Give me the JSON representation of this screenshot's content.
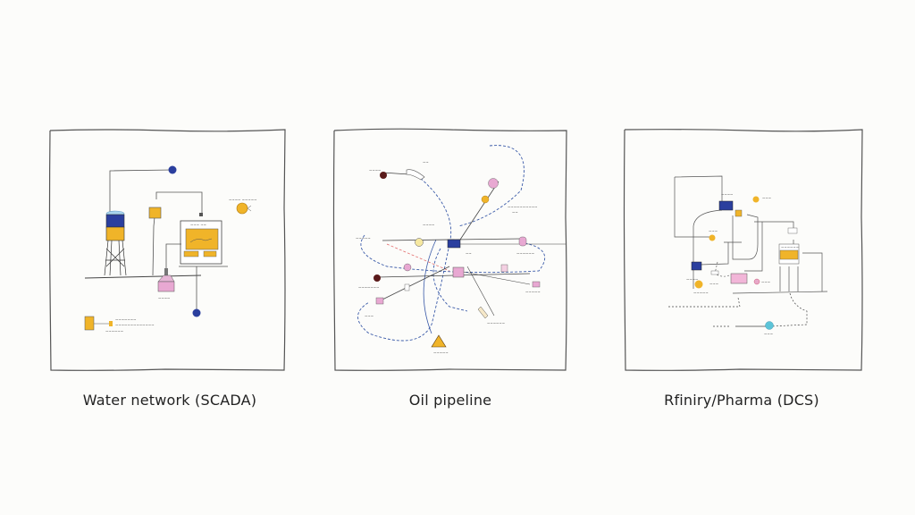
{
  "figure": {
    "background": "#fcfcfa",
    "colors": {
      "ink": "#333333",
      "blue": "#2b3f9e",
      "yellow": "#f0b429",
      "pink": "#f2a6c8",
      "cyan": "#5cc4d8",
      "red": "#e06060",
      "dark_red": "#5a1a1a"
    },
    "panels": [
      {
        "id": "water",
        "caption": "Water network (SCADA)",
        "components": [
          "water-tower",
          "hmi-screen",
          "plc-box",
          "pump-skid",
          "sensor-node",
          "gauge",
          "battery-module"
        ]
      },
      {
        "id": "oil",
        "caption": "Oil pipeline",
        "components": [
          "central-rtu",
          "pipeline-loops",
          "valve-nodes",
          "pump-station",
          "tank",
          "warning-beacon",
          "meter-tag"
        ]
      },
      {
        "id": "dcs",
        "caption": "Rfiniry/Pharma (DCS)",
        "components": [
          "controller",
          "reactor-vessel",
          "hmi-panel",
          "pink-tank",
          "sensor",
          "flow-valve",
          "cyan-endpoint"
        ]
      }
    ]
  }
}
